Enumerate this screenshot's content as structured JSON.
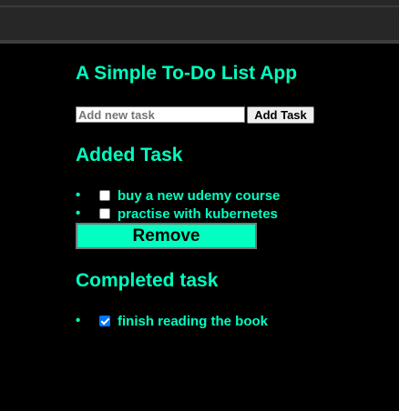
{
  "app": {
    "title": "A Simple To-Do List App"
  },
  "input": {
    "placeholder": "Add new task",
    "value": ""
  },
  "add_button": {
    "label": "Add Task"
  },
  "added_section": {
    "title": "Added Task",
    "tasks": [
      {
        "label": "buy a new udemy course",
        "checked": false
      },
      {
        "label": "practise with kubernetes",
        "checked": false
      }
    ]
  },
  "remove_button": {
    "label": "Remove"
  },
  "completed_section": {
    "title": "Completed task",
    "tasks": [
      {
        "label": "finish reading the book",
        "checked": true
      }
    ]
  },
  "colors": {
    "accent": "#00ffc0",
    "background": "#000000",
    "checkbox_checked": "#0075ff"
  }
}
